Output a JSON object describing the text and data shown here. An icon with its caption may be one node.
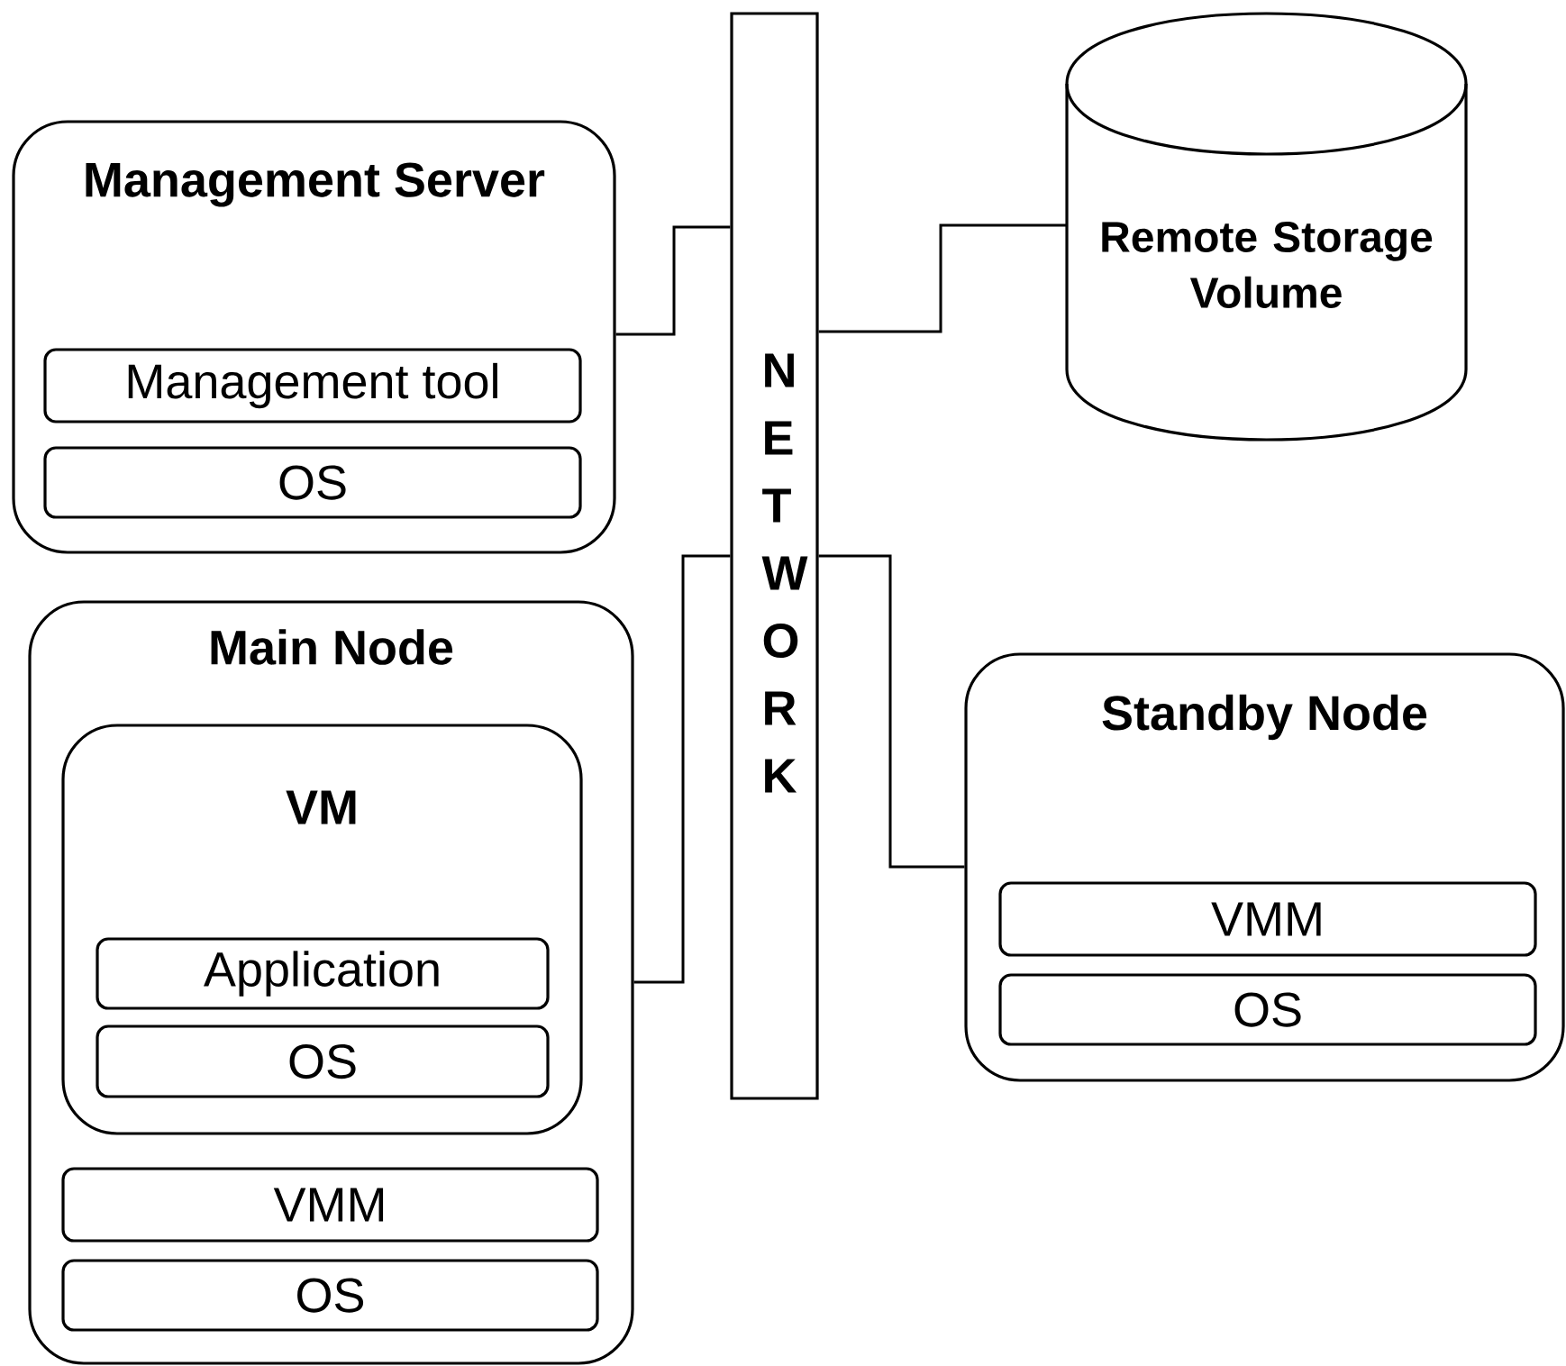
{
  "diagram": {
    "nodes": [
      {
        "text": [
          "Management Server"
        ]
      },
      {
        "text": [
          "Management tool"
        ],
        "in": 0
      },
      {
        "text": [
          "OS"
        ],
        "in": 0
      },
      {
        "text": [
          "NETWORK"
        ]
      },
      {
        "text": [
          "Remote Storage Volume"
        ]
      },
      {
        "text": [
          "Main Node"
        ]
      },
      {
        "text": [
          "VM"
        ],
        "in": 5
      },
      {
        "text": [
          "Application"
        ],
        "in": 6
      },
      {
        "text": [
          "OS"
        ],
        "in": 6
      },
      {
        "text": [
          "VMM"
        ],
        "in": 5
      },
      {
        "text": [
          "OS"
        ],
        "in": 5
      },
      {
        "text": [
          "Standby Node"
        ]
      },
      {
        "text": [
          "VMM"
        ],
        "in": 11
      },
      {
        "text": [
          "OS"
        ],
        "in": 11
      }
    ],
    "edges": [
      {
        "from": 0,
        "to": 3,
        "arrow": "none"
      },
      {
        "from": 3,
        "to": 4,
        "arrow": "none"
      },
      {
        "from": 5,
        "to": 3,
        "arrow": "none"
      },
      {
        "from": 3,
        "to": 11,
        "arrow": "none"
      }
    ]
  }
}
